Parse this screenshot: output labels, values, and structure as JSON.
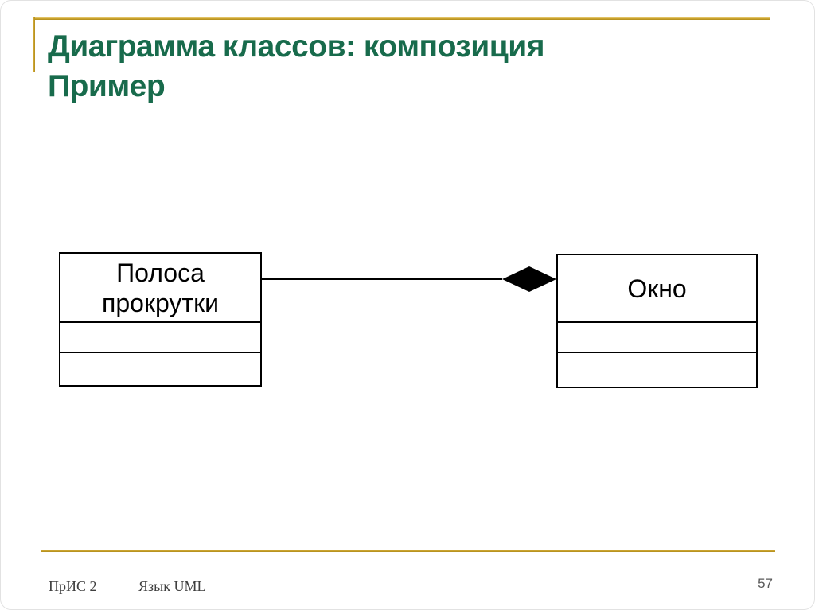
{
  "slide": {
    "title": {
      "line1": "Диаграмма классов: композиция",
      "line2": "Пример"
    },
    "diagram": {
      "left_class": {
        "name": "Полоса прокрутки",
        "attributes": "",
        "operations": ""
      },
      "right_class": {
        "name": "Окно",
        "attributes": "",
        "operations": ""
      },
      "relation": {
        "type": "composition",
        "marker": "filled-diamond",
        "diamond_at": "right_class"
      }
    },
    "footer": {
      "course": "ПрИС 2",
      "topic": "Язык UML",
      "page_number": "57"
    },
    "colors": {
      "title_green": "#186B4C",
      "accent_gold": "#C79D26",
      "diagram_black": "#000000",
      "footer_text": "#3F3F3F",
      "page_number_gray": "#595959"
    }
  }
}
